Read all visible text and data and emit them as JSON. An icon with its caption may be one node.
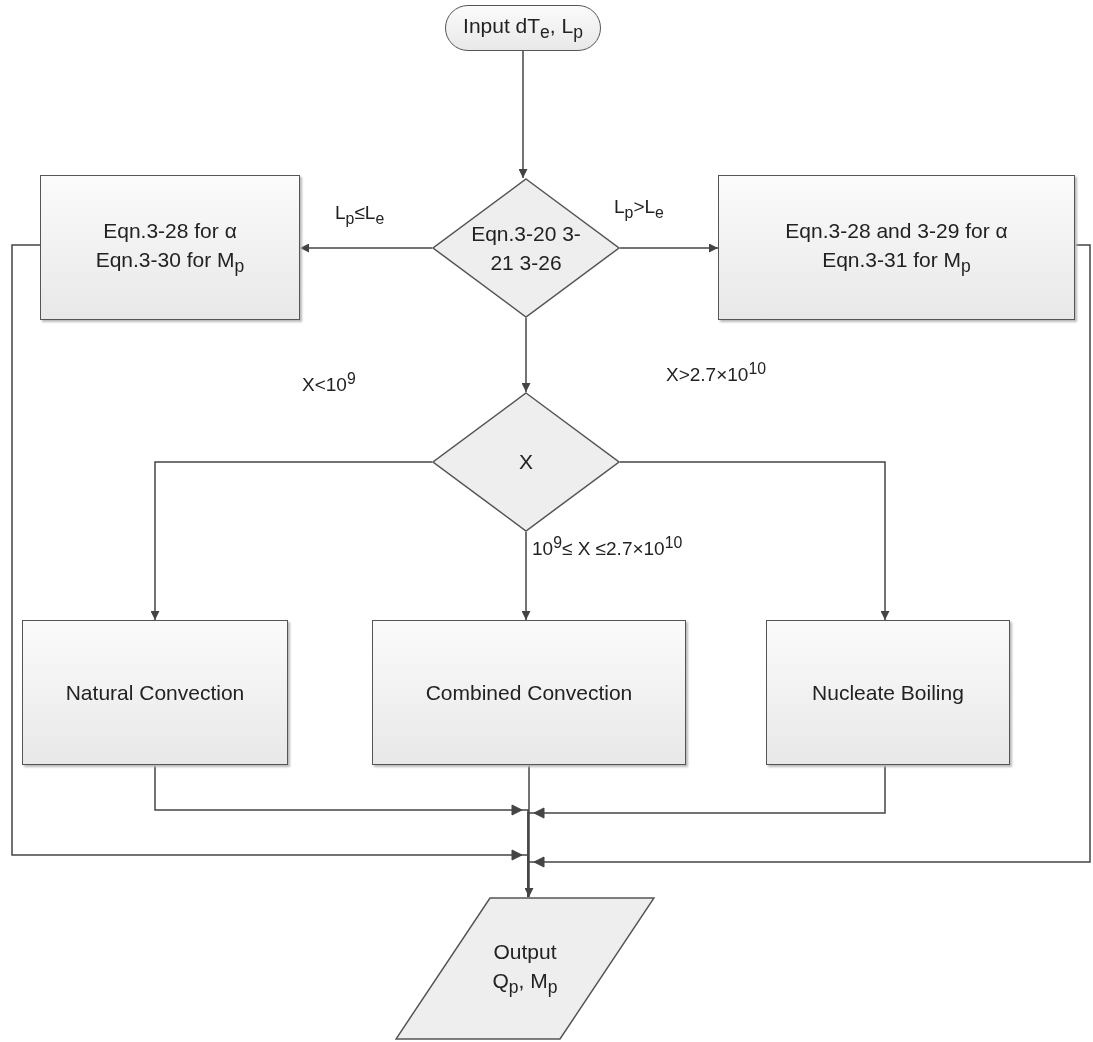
{
  "diagram": {
    "nodes": [
      {
        "text": [
          "Input dT$_{e}$, L$_{p}$"
        ]
      },
      {
        "text": [
          "Eqn.3-20 3-21 3-26"
        ]
      },
      {
        "text": [
          "Eqn.3-28 for α",
          "Eqn.3-30 for M$_{p}$"
        ]
      },
      {
        "text": [
          "Eqn.3-28 and 3-29 for α",
          "Eqn.3-31 for M$_{p}$"
        ]
      },
      {
        "text": [
          "X"
        ]
      },
      {
        "text": [
          "Natural Convection"
        ]
      },
      {
        "text": [
          "Combined Convection"
        ]
      },
      {
        "text": [
          "Nucleate Boiling"
        ]
      },
      {
        "text": [
          "Output Q$_{p}$, M$_{p}$"
        ]
      }
    ],
    "edges": [
      {
        "from": 0,
        "to": 1,
        "arrow": "to"
      },
      {
        "from": 1,
        "to": 2,
        "arrow": "to",
        "label": "L$_{p}$≤L$_{e}$"
      },
      {
        "from": 1,
        "to": 3,
        "arrow": "to",
        "label": "L$_{p}$>L$_{e}$"
      },
      {
        "from": 1,
        "to": 4,
        "arrow": "to"
      },
      {
        "from": 4,
        "to": 5,
        "arrow": "to",
        "label": "X<10$^{9}$"
      },
      {
        "from": 4,
        "to": 6,
        "arrow": "to",
        "label": "10$^{9}$≤ X ≤2.7×10$^{10}$"
      },
      {
        "from": 4,
        "to": 7,
        "arrow": "to",
        "label": "X>2.7×10$^{10}$"
      },
      {
        "from": 5,
        "to": 8,
        "arrow": "to"
      },
      {
        "from": 6,
        "to": 8,
        "arrow": "to"
      },
      {
        "from": 7,
        "to": 8,
        "arrow": "to"
      },
      {
        "from": 2,
        "to": 8,
        "arrow": "to"
      },
      {
        "from": 3,
        "to": 8,
        "arrow": "to"
      }
    ]
  }
}
